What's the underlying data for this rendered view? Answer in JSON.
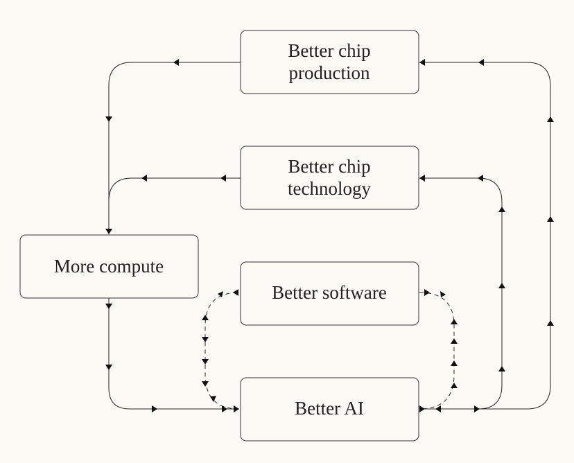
{
  "nodes": {
    "production": {
      "line1": "Better chip",
      "line2": "production"
    },
    "technology": {
      "line1": "Better chip",
      "line2": "technology"
    },
    "compute": {
      "label": "More compute"
    },
    "software": {
      "label": "Better software"
    },
    "ai": {
      "label": "Better AI"
    }
  },
  "colors": {
    "background": "#fbfaf4",
    "stroke": "#333333",
    "text": "#222222"
  }
}
